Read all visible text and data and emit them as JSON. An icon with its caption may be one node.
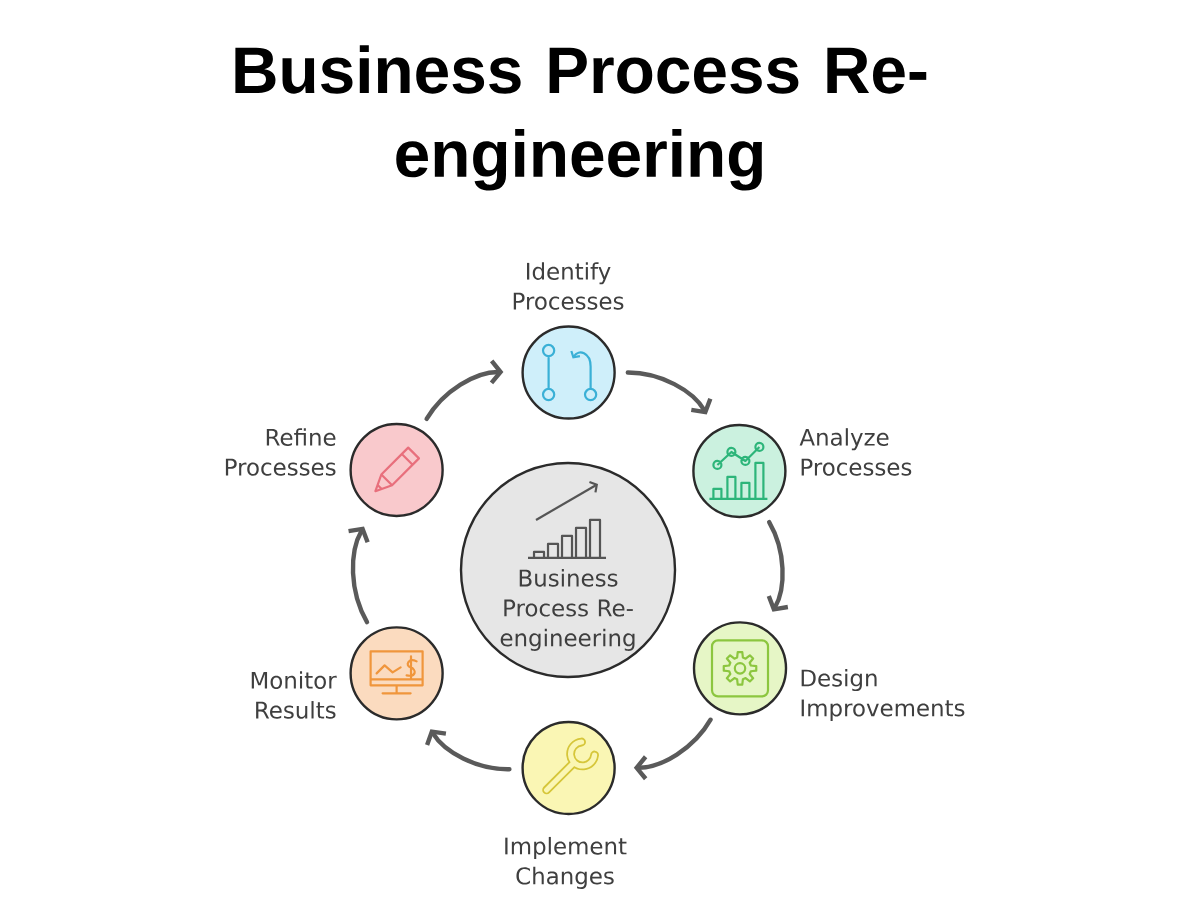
{
  "diagram": {
    "title": "Business Process Re-engineering",
    "nodes": [
      {
        "text": [
          "Business Process Re-engineering"
        ]
      },
      {
        "text": [
          "Identify Processes"
        ]
      },
      {
        "text": [
          "Analyze Processes"
        ]
      },
      {
        "text": [
          "Design Improvements"
        ]
      },
      {
        "text": [
          "Implement Changes"
        ]
      },
      {
        "text": [
          "Monitor Results"
        ]
      },
      {
        "text": [
          "Refine Processes"
        ]
      }
    ],
    "edges": [
      {
        "from": 1,
        "to": 2,
        "arrow": "to"
      },
      {
        "from": 2,
        "to": 3,
        "arrow": "to"
      },
      {
        "from": 3,
        "to": 4,
        "arrow": "to"
      },
      {
        "from": 4,
        "to": 5,
        "arrow": "to"
      },
      {
        "from": 5,
        "to": 6,
        "arrow": "to"
      },
      {
        "from": 6,
        "to": 1,
        "arrow": "to"
      }
    ]
  }
}
